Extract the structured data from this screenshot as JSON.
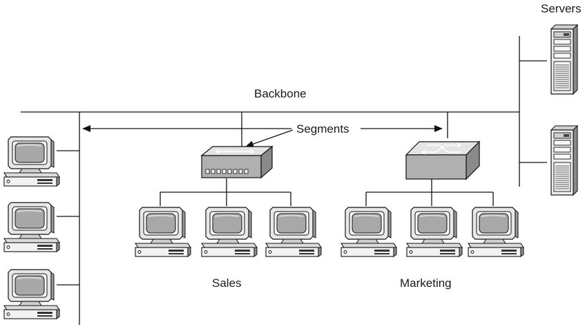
{
  "labels": {
    "servers": "Servers",
    "backbone": "Backbone",
    "segments": "Segments",
    "sales": "Sales",
    "marketing": "Marketing"
  },
  "devices": {
    "hub": "hub-icon",
    "switch": "switch-icon",
    "server": "server-icon",
    "workstation": "workstation-icon"
  },
  "colors": {
    "line": "#111111",
    "device_light": "#e6e6e6",
    "device_mid": "#b4b4b4",
    "device_dark": "#7a7a7a",
    "screen": "#a9a9a9"
  }
}
